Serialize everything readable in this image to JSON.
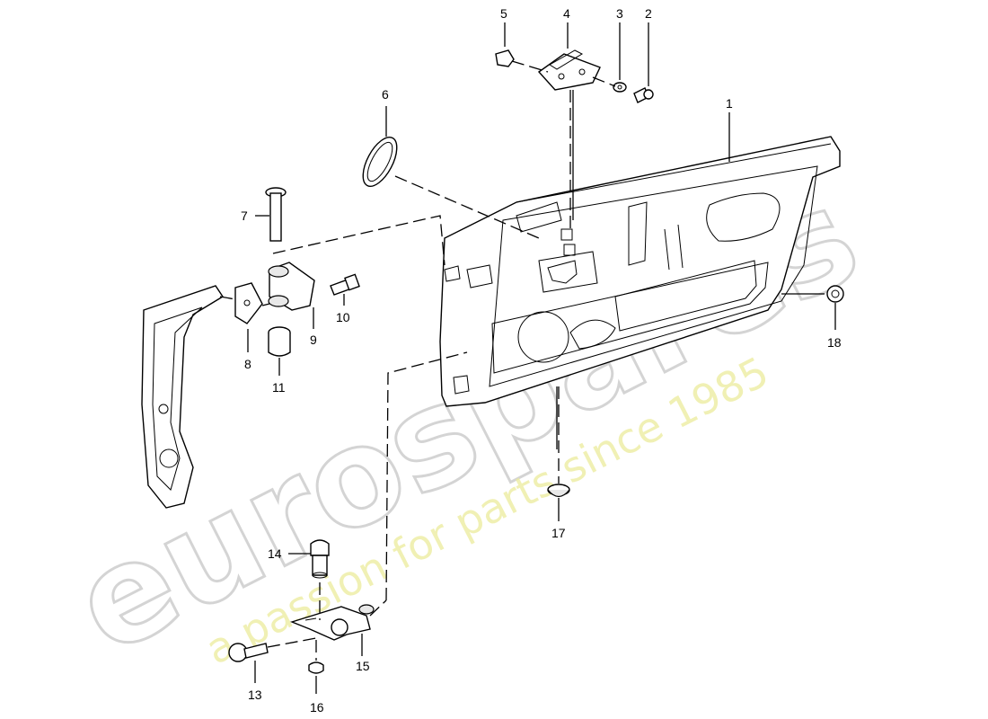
{
  "watermark": {
    "brand": "eurospares",
    "tagline": "a passion for parts since 1985"
  },
  "callouts": {
    "c1": "1",
    "c2": "2",
    "c3": "3",
    "c4": "4",
    "c5": "5",
    "c6": "6",
    "c7": "7",
    "c8": "8",
    "c9": "9",
    "c10": "10",
    "c11": "11",
    "c12": "13",
    "c13": "14",
    "c14": "15",
    "c15": "16",
    "c16": "17",
    "c17": "18"
  },
  "colors": {
    "line": "#000000",
    "watermark_outline": "#d4d4d4",
    "watermark_text": "#ecec9c"
  }
}
